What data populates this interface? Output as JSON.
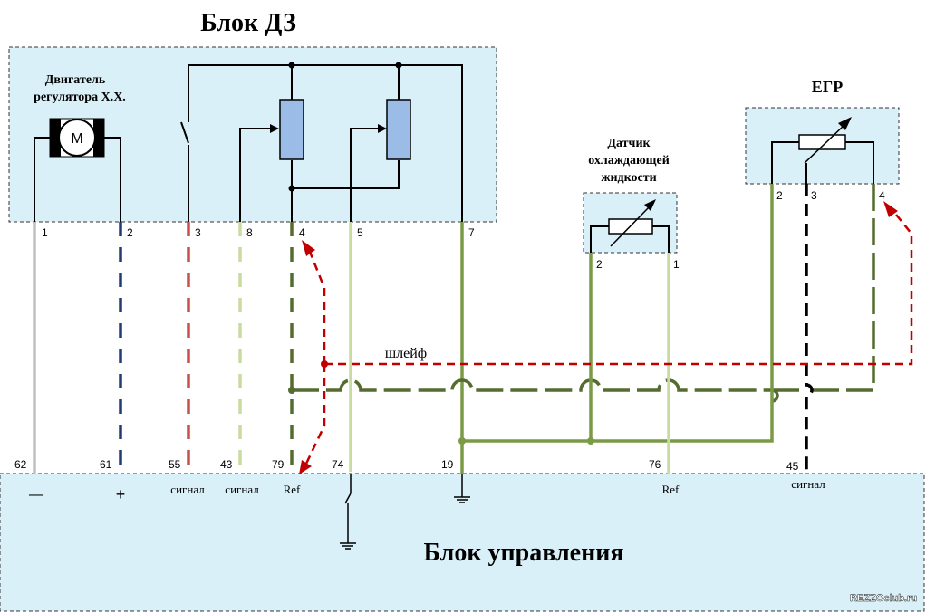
{
  "titles": {
    "dz_block": "Блок ДЗ",
    "control_block": "Блок управления",
    "egr": "ЕГР",
    "motor": [
      "Двигатель",
      "регулятора Х.Х."
    ],
    "coolant_sensor": [
      "Датчик",
      "охлаждающей",
      "жидкости"
    ],
    "loop": "шлейф",
    "motor_symbol": "M",
    "watermark": "REZZOclub.ru"
  },
  "dz_pins": [
    "1",
    "2",
    "3",
    "8",
    "4",
    "5",
    "7"
  ],
  "coolant_pins": [
    "2",
    "1"
  ],
  "egr_pins": [
    "2",
    "3",
    "4"
  ],
  "ecu_pins": [
    "62",
    "61",
    "55",
    "43",
    "79",
    "74",
    "19",
    "76",
    "45"
  ],
  "ecu_labels": {
    "minus": "—",
    "plus": "+",
    "p55": "сигнал",
    "p43": "сигнал",
    "p79": "Ref",
    "p76": "Ref",
    "p45": "сигнал"
  },
  "colors": {
    "block_fill": "#d9f0f8",
    "grey_wire": "#c0c0c0",
    "navy_wire": "#1f3b73",
    "red_wire": "#c8504a",
    "light_green_wire": "#c8dca0",
    "green_wire": "#7a9a46",
    "dark_green_wire": "#556b2f",
    "loop_red": "#c00000",
    "resistor": "#9bbce6"
  }
}
